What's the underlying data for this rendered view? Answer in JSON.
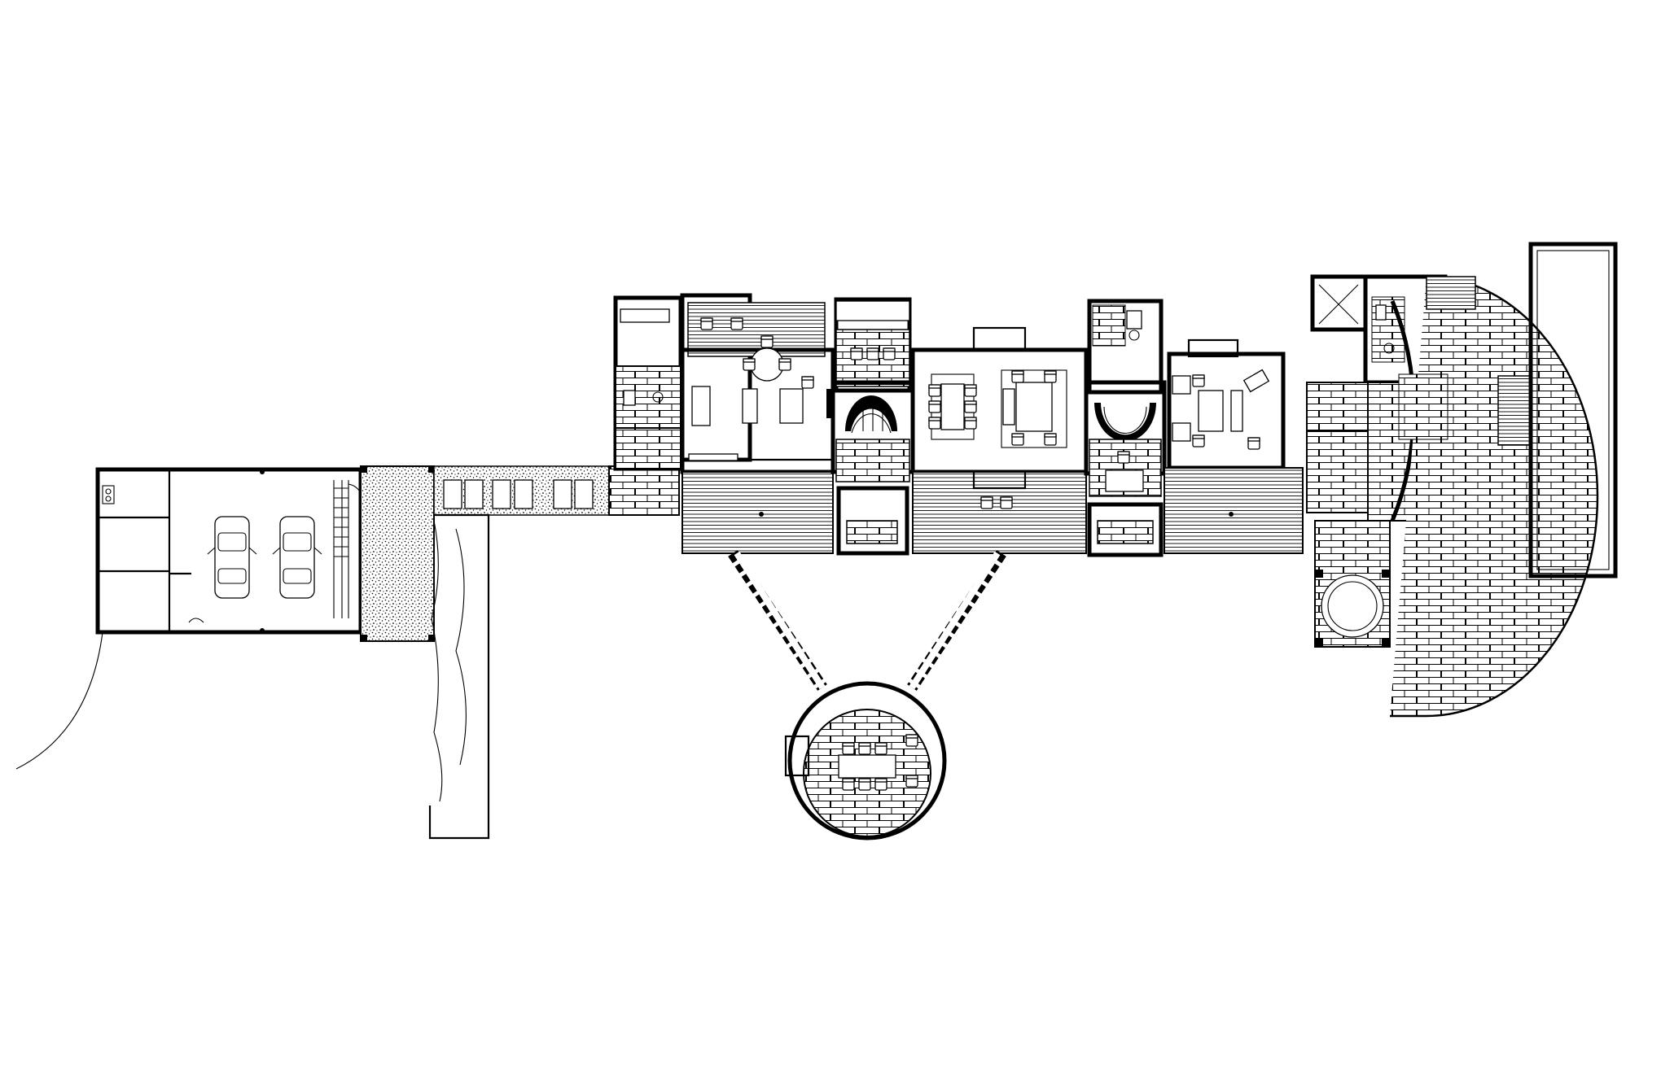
{
  "drawing": {
    "kind": "floor-plan",
    "background": "#ffffff",
    "ink": "#000000",
    "text_labels": []
  },
  "legend_hatches": [
    "brick-pattern",
    "deck-boards",
    "gravel-stipple",
    "stepping-stones"
  ],
  "spaces": [
    "garage",
    "mudroom",
    "breezeway",
    "porte-cochere",
    "entry-walk",
    "kitchen",
    "kitchen-deck",
    "stair-hall-west",
    "dining-room",
    "living-room",
    "stair-hall-east",
    "study",
    "master-suite",
    "rear-deck",
    "round-terrace",
    "curved-terrace",
    "gazebo",
    "pool"
  ]
}
